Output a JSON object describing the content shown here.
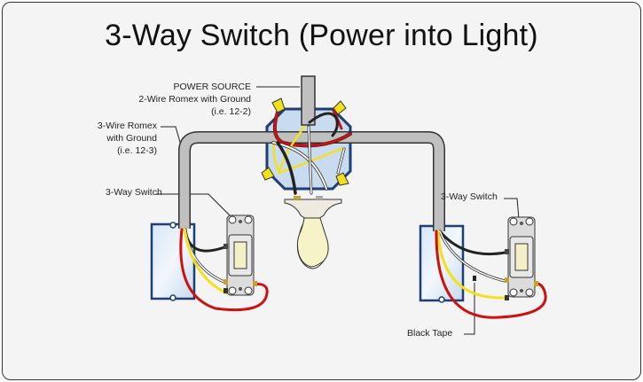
{
  "title": "3-Way Switch (Power into Light)",
  "labels": {
    "power_source": {
      "line1": "POWER SOURCE",
      "line2": "2-Wire Romex with Ground",
      "line3": "(i.e. 12-2)"
    },
    "three_wire": {
      "line1": "3-Wire Romex",
      "line2": "with Ground",
      "line3": "(i.e. 12-3)"
    },
    "left_switch": "3-Way Switch",
    "right_switch": "3-Way Switch",
    "black_tape": "Black Tape"
  },
  "colors": {
    "cable": "#c0c0c0",
    "hot_black": "#222222",
    "red": "#cc1111",
    "yellow": "#f5e020",
    "white": "#ffffff",
    "junction_box": "#c9dbef",
    "box_outline": "#1d3f73",
    "wire_nut": "#f3e01a",
    "bulb": "#f7f3c8"
  }
}
